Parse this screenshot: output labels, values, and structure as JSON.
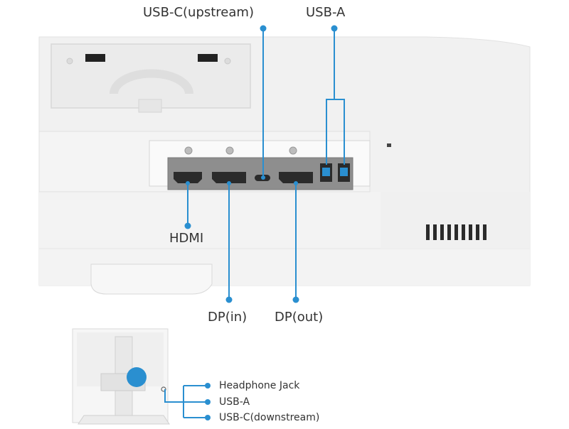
{
  "callouts": {
    "usb_c_upstream": "USB-C(upstream)",
    "usb_a_top": "USB-A",
    "hdmi": "HDMI",
    "dp_in": "DP(in)",
    "dp_out": "DP(out)"
  },
  "side_callouts": {
    "headphone_jack": "Headphone Jack",
    "usb_a": "USB-A",
    "usb_c_downstream": "USB-C(downstream)"
  },
  "colors": {
    "accent": "#2a8fd0",
    "monitor_body": "#f2f2f2",
    "port_panel": "#8e8e8e",
    "port_recess": "#2b2b2b"
  }
}
